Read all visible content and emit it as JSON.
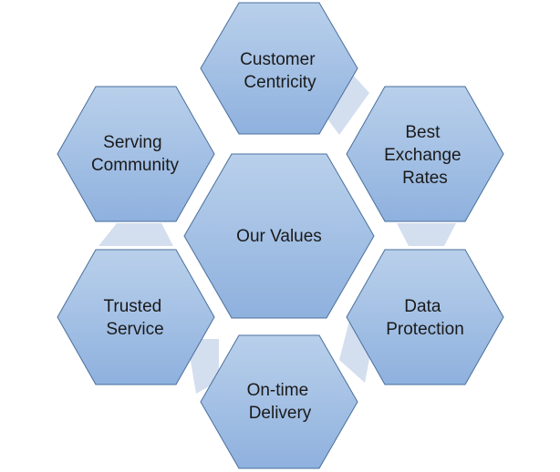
{
  "diagram": {
    "center": {
      "label": "Our Values"
    },
    "values": [
      {
        "lines": [
          "Customer",
          "Centricity"
        ]
      },
      {
        "lines": [
          "Best",
          "Exchange",
          "Rates"
        ]
      },
      {
        "lines": [
          "Data",
          "Protection"
        ]
      },
      {
        "lines": [
          "On-time",
          "Delivery"
        ]
      },
      {
        "lines": [
          "Trusted",
          "Service"
        ]
      },
      {
        "lines": [
          "Serving",
          "Community"
        ]
      }
    ],
    "colors": {
      "hex_fill_top": "#b9d0eb",
      "hex_fill_bottom": "#8fb1de",
      "hex_stroke": "#4a6f9c",
      "connector": "#d3deef",
      "text": "#1a1a1a"
    }
  }
}
